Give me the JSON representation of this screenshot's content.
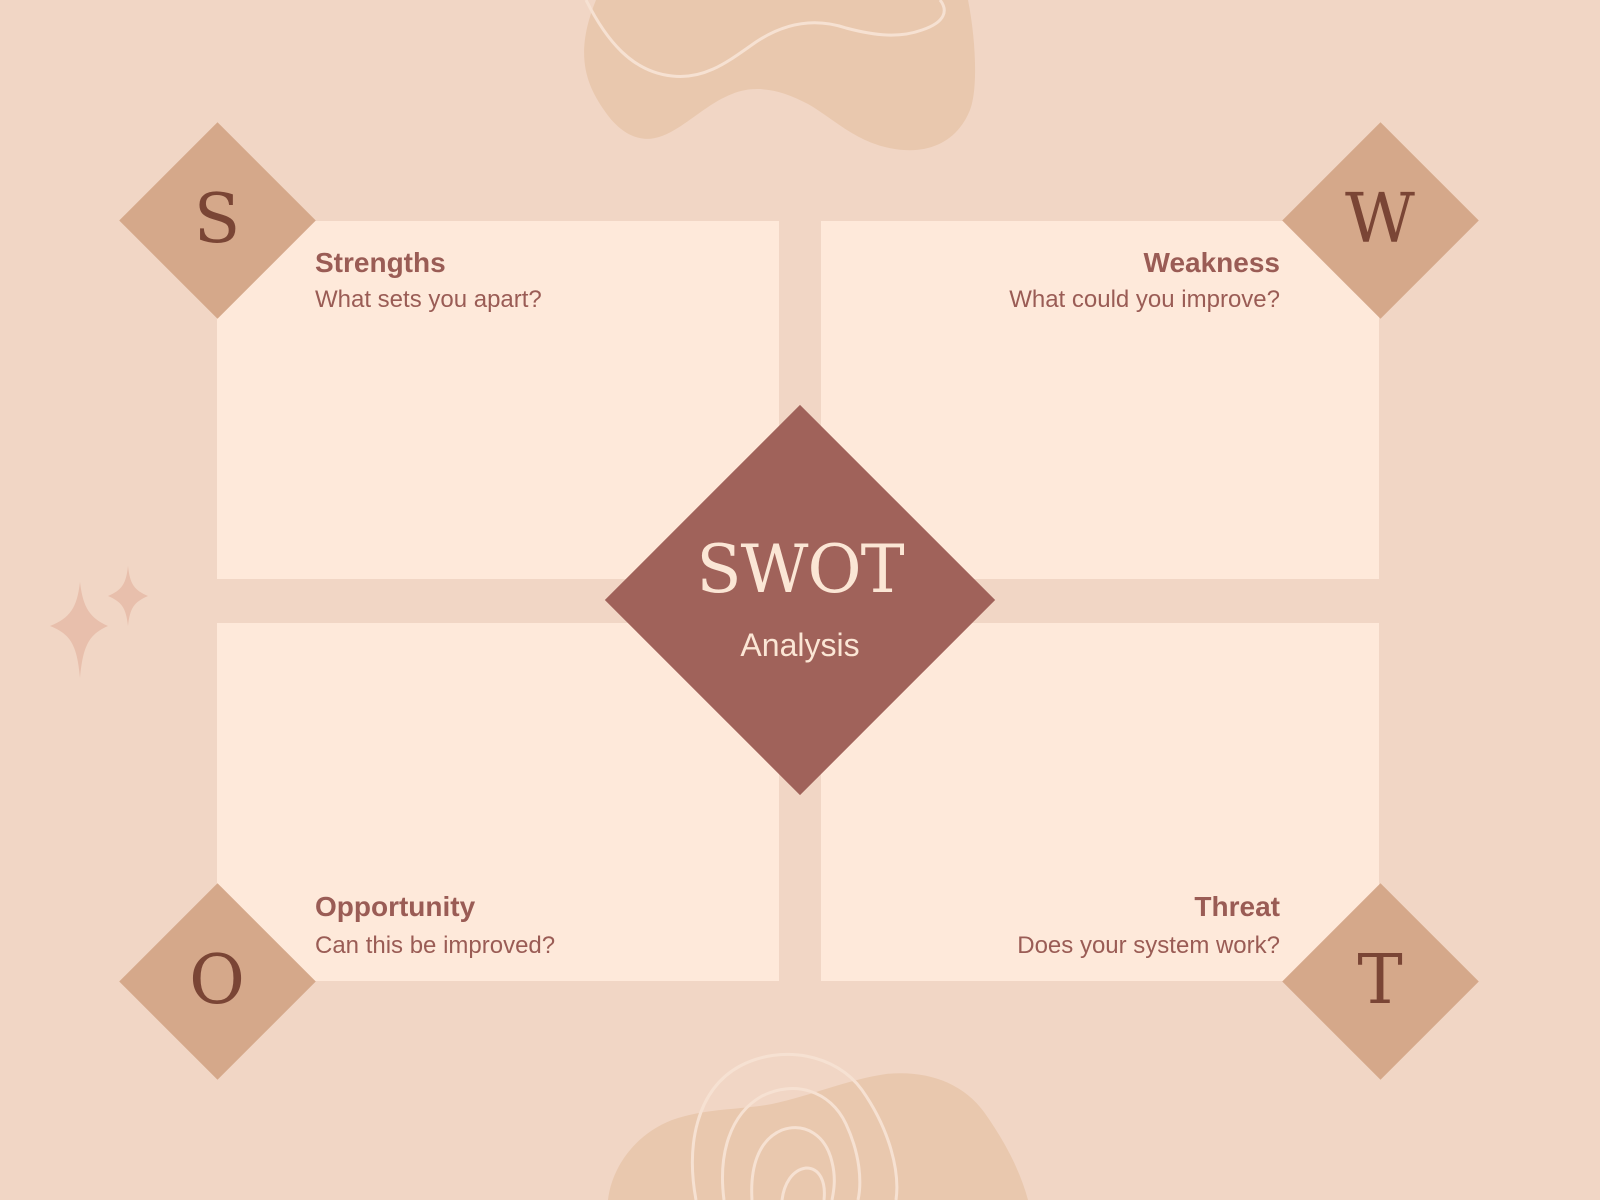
{
  "swot": {
    "title": "SWOT",
    "subtitle": "Analysis",
    "strengths": {
      "letter": "S",
      "heading": "Strengths",
      "question": "What sets you apart?"
    },
    "weakness": {
      "letter": "W",
      "heading": "Weakness",
      "question": "What could you improve?"
    },
    "opportunity": {
      "letter": "O",
      "heading": "Opportunity",
      "question": "Can this be improved?"
    },
    "threat": {
      "letter": "T",
      "heading": "Threat",
      "question": "Does your system work?"
    }
  },
  "colors": {
    "background": "#f1d6c5",
    "panel": "#fee9da",
    "corner_diamond": "#d5a88a",
    "center_diamond": "#a0625a",
    "text": "#9a5c55",
    "letter": "#7a4535",
    "blob": "#e9c8ae",
    "sparkle": "#e8bfac"
  },
  "icons": [
    "blob-top-decoration",
    "blob-bottom-decoration",
    "sparkle-icon"
  ]
}
